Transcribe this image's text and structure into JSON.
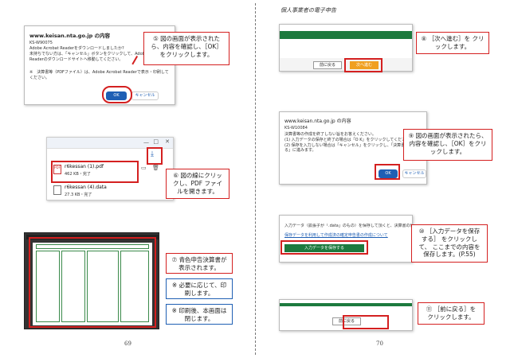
{
  "left": {
    "header": "",
    "page_number": "69",
    "dialog": {
      "title": "www.keisan.nta.go.jp の内容",
      "code": "KS-W90075",
      "text": "Adobe Acrobat Readerをダウンロードしましたか?\n未持ちでない方は、「キャンセル」ボタンをクリックして、Adobe Acrobat Readerのダウンロードサイトへ移動してください。",
      "note": "※　決算書等（PDFファイル）は、Adobe Acrobat Readerで表示・印刷してください。",
      "ok_label": "OK",
      "cancel_label": "キャンセル"
    },
    "step5": {
      "num": "⑤",
      "text": "図の画面が表示されたら、内容を確認し、［OK］をクリックします。"
    },
    "downloads": {
      "file1_name": "r6kessan (1).pdf",
      "file1_meta": "462 KB・完了",
      "file2_name": "r6kessan (4).data",
      "file2_meta": "27.3 KB・完了"
    },
    "step6": {
      "num": "⑥",
      "text": "図の線にクリックし、PDF ファイルを開きます。"
    },
    "step7": {
      "num": "⑦",
      "text": "青色申告決算書が表示されます。"
    },
    "note1": {
      "mark": "※",
      "text": "必要に応じて、印刷します。"
    },
    "note2": {
      "mark": "※",
      "text": "印刷後、本画面は閉じます。"
    }
  },
  "right": {
    "header": "個人事業者の電子申告",
    "page_number": "70",
    "step8": {
      "num": "⑧",
      "text": "［次へ進む］を クリックします。"
    },
    "nav": {
      "back_label": "前に戻る",
      "next_label": "次へ進む"
    },
    "dialog": {
      "title": "www.keisan.nta.go.jp の内容",
      "code": "KS-W10084",
      "text": "決算書等の作成を終了しない旨をお答えください。\n(1) 入力データの保存と終了の場合は「O K」をクリックしてください。\n(2) 保存を入力しない場合は「キャンセル」をクリックし、「決算書を作成する」に進みます。",
      "ok_label": "OK",
      "cancel_label": "キャンセル"
    },
    "step9": {
      "num": "⑨",
      "text": "図の画面が表示されたら、内容を確認し、［OK］をクリックします。"
    },
    "save": {
      "text": "入力データ（拡張子が「.data」のもの）を保存して頂くと、決算書の作成を…",
      "link": "保存データを利用して作成済の確定申告書の作成について",
      "button_label": "入力データを保存する"
    },
    "step10": {
      "num": "⑩",
      "text": "［入力データを保存する］ をクリックして、 ここまでの内容を 保存します。(P.55)"
    },
    "back_label": "前に戻る",
    "step11": {
      "num": "⑪",
      "text": "［前に戻る］を クリックします。"
    }
  }
}
